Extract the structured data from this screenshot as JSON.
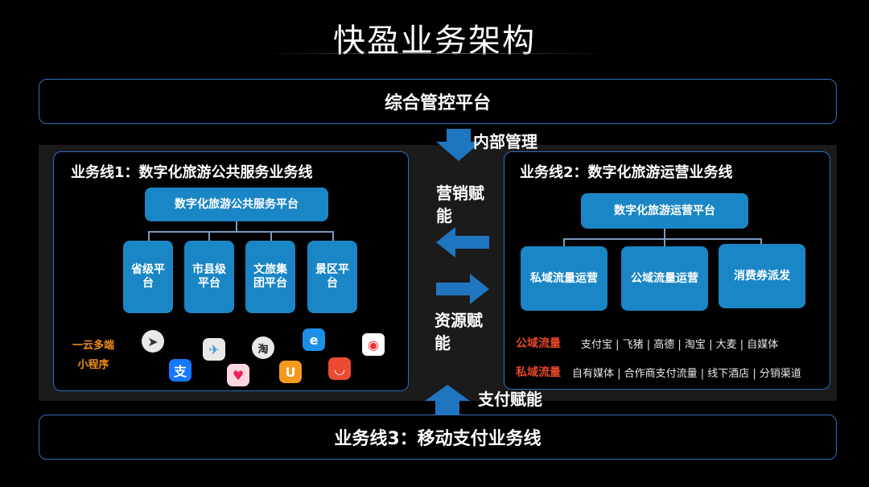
{
  "title": "快盈业务架构",
  "top_bar": "综合管控平台",
  "bottom_bar": "业务线3：移动支付业务线",
  "internal_mgmt": "内部管理",
  "pay_empower": "支付赋能",
  "marketing_empower": "营销赋能",
  "resource_empower": "资源赋能",
  "line1": {
    "title": "业务线1：数字化旅游公共服务业务线",
    "platform": "数字化旅游公共服务平台",
    "subs": [
      "省级平台",
      "市县级平台",
      "文旅集团平台",
      "景区平台"
    ],
    "mini_label": "一云多端\n小程序"
  },
  "line2": {
    "title": "业务线2：数字化旅游运营业务线",
    "platform": "数字化旅游运营平台",
    "subs": [
      "私域流量运营",
      "公域流量运营",
      "消费券派发"
    ],
    "public_label": "公域流量",
    "public_items": "支付宝 | 飞猪 | 高德 | 淘宝 | 大麦 | 自媒体",
    "private_label": "私域流量",
    "private_items": "自有媒体 | 合作商支付流量 | 线下酒店 | 分销渠道"
  },
  "colors": {
    "accent": "#1a86c5",
    "border": "#2d6fbf",
    "arrow": "#1f75c0",
    "orange": "#f08c1c",
    "red": "#e8472b"
  },
  "app_icons": [
    "paper-plane-icon",
    "telegram-icon",
    "taobao-icon",
    "app-e-icon",
    "weibo-icon",
    "alipay-icon",
    "pig-icon",
    "uc-icon",
    "bag-icon"
  ]
}
